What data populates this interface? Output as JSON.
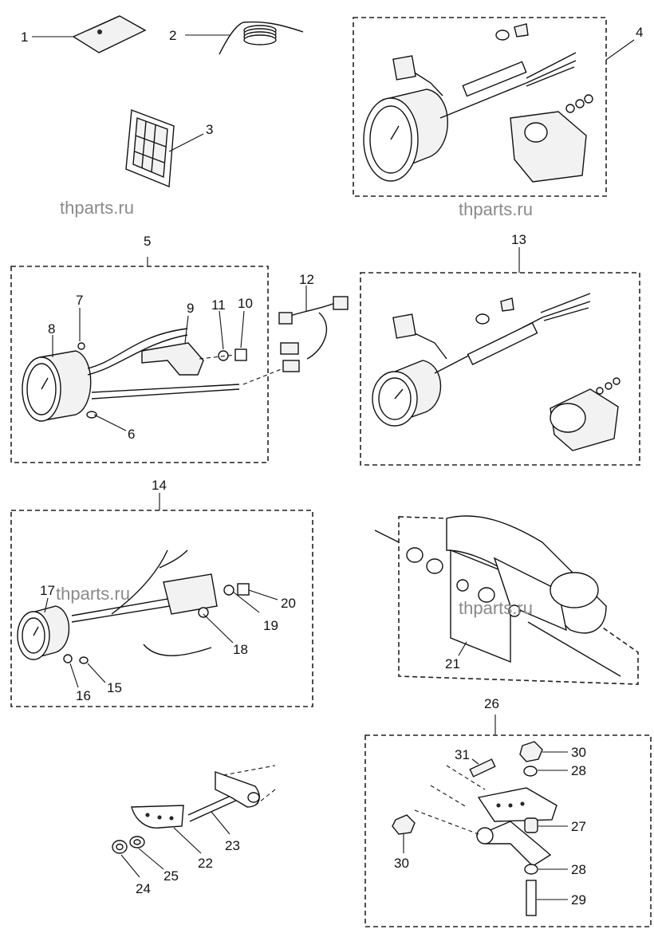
{
  "watermarks": [
    "thparts.ru",
    "thparts.ru",
    "thparts.ru",
    "thparts.ru"
  ],
  "callouts": {
    "c1": "1",
    "c2": "2",
    "c3": "3",
    "c4": "4",
    "c5": "5",
    "c6": "6",
    "c7": "7",
    "c8": "8",
    "c9": "9",
    "c10": "10",
    "c11": "11",
    "c12": "12",
    "c13": "13",
    "c14": "14",
    "c15": "15",
    "c16": "16",
    "c17": "17",
    "c18": "18",
    "c19": "19",
    "c20": "20",
    "c21": "21",
    "c22": "22",
    "c23": "23",
    "c24": "24",
    "c25": "25",
    "c26": "26",
    "c27": "27",
    "c28a": "28",
    "c28b": "28",
    "c29": "29",
    "c30a": "30",
    "c30b": "30",
    "c31": "31"
  }
}
